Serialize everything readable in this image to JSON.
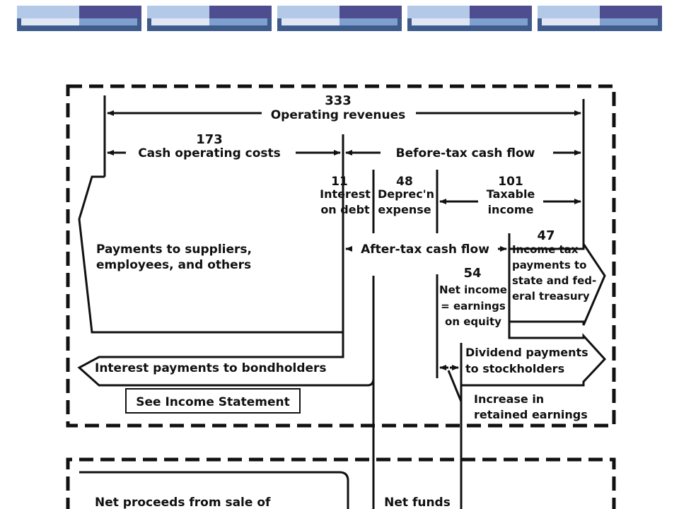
{
  "colors": {
    "banner_light": "#b4c8e8",
    "banner_dark": "#4d4d8f",
    "banner_mid": "#7f9fcf",
    "banner_base": "#3e5b8c",
    "ink": "#111111"
  },
  "top_panel": {
    "operating_revenues": {
      "value": "333",
      "label": "Operating revenues"
    },
    "cash_operating_costs": {
      "value": "173",
      "label": "Cash operating costs"
    },
    "before_tax_cash_flow": {
      "label": "Before-tax cash flow"
    },
    "interest_on_debt": {
      "value": "11",
      "line1": "Interest",
      "line2": "on debt"
    },
    "depreciation_expense": {
      "value": "48",
      "line1": "Deprec'n",
      "line2": "expense"
    },
    "taxable_income": {
      "value": "101",
      "line1": "Taxable",
      "line2": "income"
    },
    "payments_suppliers": {
      "line1": "Payments to suppliers,",
      "line2": "employees, and others"
    },
    "after_tax_cash_flow": {
      "label": "After-tax cash flow"
    },
    "income_tax": {
      "value": "47",
      "line1": "Income tax",
      "line2": "payments to",
      "line3": "state and fed-",
      "line4": "eral treasury"
    },
    "net_income": {
      "value": "54",
      "line1": "Net income",
      "line2": "= earnings",
      "line3": "on equity"
    },
    "interest_payments": {
      "label": "Interest payments to bondholders"
    },
    "dividend_payments": {
      "line1": "Dividend payments",
      "line2": "to stockholders"
    },
    "see_income_statement": {
      "label": "See Income Statement"
    },
    "retained_earnings": {
      "line1": "Increase in",
      "line2": "retained earnings"
    }
  },
  "bottom_panel": {
    "net_proceeds": {
      "label": "Net proceeds from sale of"
    },
    "net_funds": {
      "label": "Net funds"
    }
  }
}
